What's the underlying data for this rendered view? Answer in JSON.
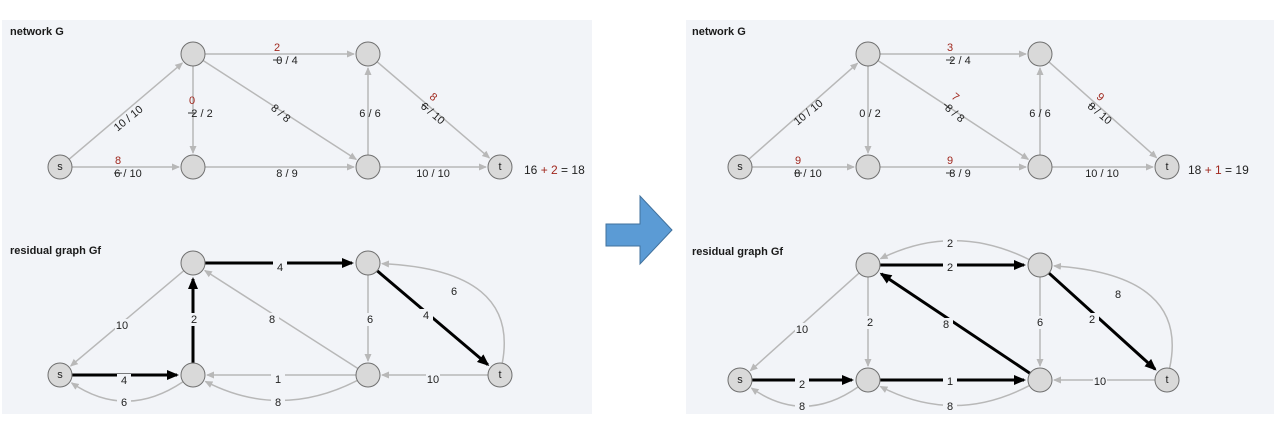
{
  "colors": {
    "panel_bg": "#f2f4f8",
    "thin_edge": "#b8b8b8",
    "thick_edge": "#000000",
    "node_fill": "#d9d9d9",
    "red": "#a0281e",
    "transition_arrow": "#5b9bd5"
  },
  "panels": [
    {
      "network_title": "network G",
      "residual_title": "residual graph Gf",
      "network_edges": [
        {
          "id": "s-a",
          "from": "s",
          "to": "a",
          "label": "10 / 10"
        },
        {
          "id": "s-b",
          "from": "s",
          "to": "b",
          "label": "6 / 10",
          "red": "8",
          "struck": "6"
        },
        {
          "id": "a-b",
          "from": "a",
          "to": "b",
          "label": "2 / 2",
          "red": "0",
          "struck": "2"
        },
        {
          "id": "a-c",
          "from": "a",
          "to": "c",
          "label": "0 / 4",
          "red": "2",
          "struck": "0"
        },
        {
          "id": "a-d",
          "from": "a",
          "to": "d",
          "label": "8 / 8"
        },
        {
          "id": "b-d",
          "from": "b",
          "to": "d",
          "label": "8 / 9"
        },
        {
          "id": "d-c",
          "from": "d",
          "to": "c",
          "label": "6 / 6"
        },
        {
          "id": "c-t",
          "from": "c",
          "to": "t",
          "label": "6 / 10",
          "red": "8",
          "struck": "6"
        },
        {
          "id": "d-t",
          "from": "d",
          "to": "t",
          "label": "10 / 10"
        }
      ],
      "formula": {
        "base": "16",
        "op": "+",
        "inc": "2",
        "eq": "=",
        "result": "18"
      },
      "residual_edges": [
        {
          "id": "a-s",
          "label": "10",
          "bold": false
        },
        {
          "id": "s-b",
          "label": "4",
          "bold": true
        },
        {
          "id": "b-s",
          "label": "6",
          "bold": false
        },
        {
          "id": "b-a",
          "label": "2",
          "bold": true
        },
        {
          "id": "a-c",
          "label": "4",
          "bold": true
        },
        {
          "id": "d-a",
          "label": "8",
          "bold": false
        },
        {
          "id": "c-d",
          "label": "6",
          "bold": false
        },
        {
          "id": "c-t",
          "label": "4",
          "bold": true
        },
        {
          "id": "t-c",
          "label": "6",
          "bold": false
        },
        {
          "id": "d-b",
          "label": "1",
          "bold": false
        },
        {
          "id": "d-b2",
          "label": "8",
          "bold": false
        },
        {
          "id": "t-d",
          "label": "10",
          "bold": false
        }
      ]
    },
    {
      "network_title": "network G",
      "residual_title": "residual graph Gf",
      "network_edges": [
        {
          "id": "s-a",
          "from": "s",
          "to": "a",
          "label": "10 / 10"
        },
        {
          "id": "s-b",
          "from": "s",
          "to": "b",
          "label": "8 / 10",
          "red": "9",
          "struck": "8"
        },
        {
          "id": "a-b",
          "from": "a",
          "to": "b",
          "label": "0 / 2"
        },
        {
          "id": "a-c",
          "from": "a",
          "to": "c",
          "label": "2 / 4",
          "red": "3",
          "struck": "2"
        },
        {
          "id": "a-d",
          "from": "a",
          "to": "d",
          "label": "8 / 8",
          "red": "7",
          "struck": "8"
        },
        {
          "id": "b-d",
          "from": "b",
          "to": "d",
          "label": "8 / 9",
          "red": "9",
          "struck": "8"
        },
        {
          "id": "d-c",
          "from": "d",
          "to": "c",
          "label": "6 / 6"
        },
        {
          "id": "c-t",
          "from": "c",
          "to": "t",
          "label": "8 / 10",
          "red": "9",
          "struck": "8"
        },
        {
          "id": "d-t",
          "from": "d",
          "to": "t",
          "label": "10 / 10"
        }
      ],
      "formula": {
        "base": "18",
        "op": "+",
        "inc": "1",
        "eq": "=",
        "result": "19"
      },
      "residual_edges": [
        {
          "id": "a-s",
          "label": "10",
          "bold": false
        },
        {
          "id": "a-b",
          "label": "2",
          "bold": false
        },
        {
          "id": "s-b",
          "label": "2",
          "bold": true
        },
        {
          "id": "b-s",
          "label": "8",
          "bold": false
        },
        {
          "id": "a-c",
          "label": "2",
          "bold": true
        },
        {
          "id": "c-a",
          "label": "2",
          "bold": false
        },
        {
          "id": "d-a",
          "label": "8",
          "bold": true
        },
        {
          "id": "c-d",
          "label": "6",
          "bold": false
        },
        {
          "id": "c-t",
          "label": "2",
          "bold": true
        },
        {
          "id": "t-c",
          "label": "8",
          "bold": false
        },
        {
          "id": "b-d",
          "label": "1",
          "bold": true
        },
        {
          "id": "d-b",
          "label": "8",
          "bold": false
        },
        {
          "id": "t-d",
          "label": "10",
          "bold": false
        }
      ]
    }
  ],
  "node_labels": {
    "s": "s",
    "t": "t",
    "a": "",
    "b": "",
    "c": "",
    "d": ""
  }
}
